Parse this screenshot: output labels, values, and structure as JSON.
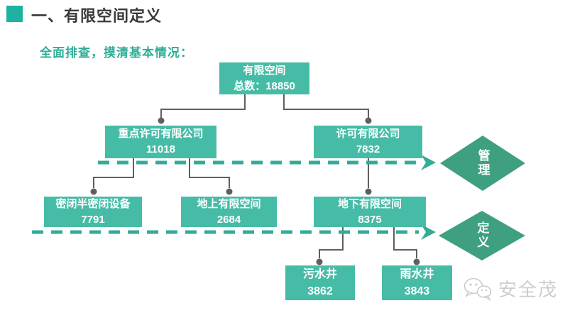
{
  "colors": {
    "box-teal": "#46BCA7",
    "diamond-green": "#3EA081",
    "dash-teal": "#33AC97",
    "connector-gray": "#5F5F5F",
    "title-color": "#3A3A3A",
    "subtitle-color": "#2EAD96",
    "bullet-color": "#20B2A0",
    "watermark-color": "#CDCDCD"
  },
  "header": {
    "title": "一、有限空间定义",
    "subtitle": "全面排查，摸清基本情况："
  },
  "tree": {
    "root": {
      "line1": "有限空间",
      "line2": "总数：18850"
    },
    "level2": [
      {
        "line1": "重点许可有限公司",
        "line2": "11018"
      },
      {
        "line1": "许可有限公司",
        "line2": "7832"
      }
    ],
    "level3": [
      {
        "line1": "密闭半密闭设备",
        "line2": "7791"
      },
      {
        "line1": "地上有限空间",
        "line2": "2684"
      },
      {
        "line1": "地下有限空间",
        "line2": "8375"
      }
    ],
    "level4": [
      {
        "line1": "污水井",
        "line2": "3862"
      },
      {
        "line1": "雨水井",
        "line2": "3843"
      }
    ]
  },
  "diamonds": [
    {
      "label": "管理"
    },
    {
      "label": "定义"
    }
  ],
  "watermark": {
    "text": "安全茂"
  }
}
